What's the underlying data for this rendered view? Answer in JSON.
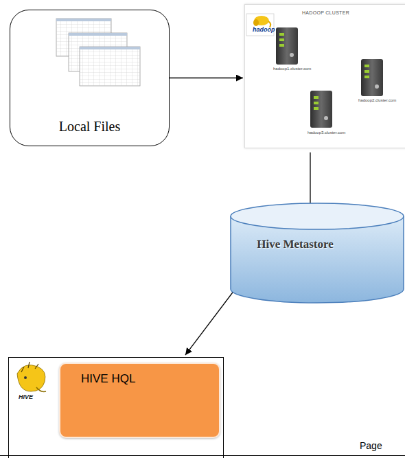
{
  "diagram": {
    "nodes": [
      {
        "text": [
          "Local Files"
        ]
      },
      {
        "text": [
          "HADOOP CLUSTER"
        ]
      },
      {
        "text": [
          "Hive Metastore"
        ]
      },
      {
        "text": [
          "HIVE"
        ]
      },
      {
        "text": [
          "HIVE HQL"
        ],
        "in": 3
      }
    ],
    "edges": [
      {
        "from": 0,
        "to": 1,
        "arrow": "to"
      },
      {
        "from": 1,
        "to": 2,
        "arrow": "to"
      },
      {
        "from": 3,
        "to": 2,
        "arrow": "both"
      }
    ],
    "labels": [
      "hadoop",
      "hadoop1.cluster.com",
      "hadoop2.cluster.com",
      "hadoop3.cluster.com",
      "Page"
    ]
  }
}
